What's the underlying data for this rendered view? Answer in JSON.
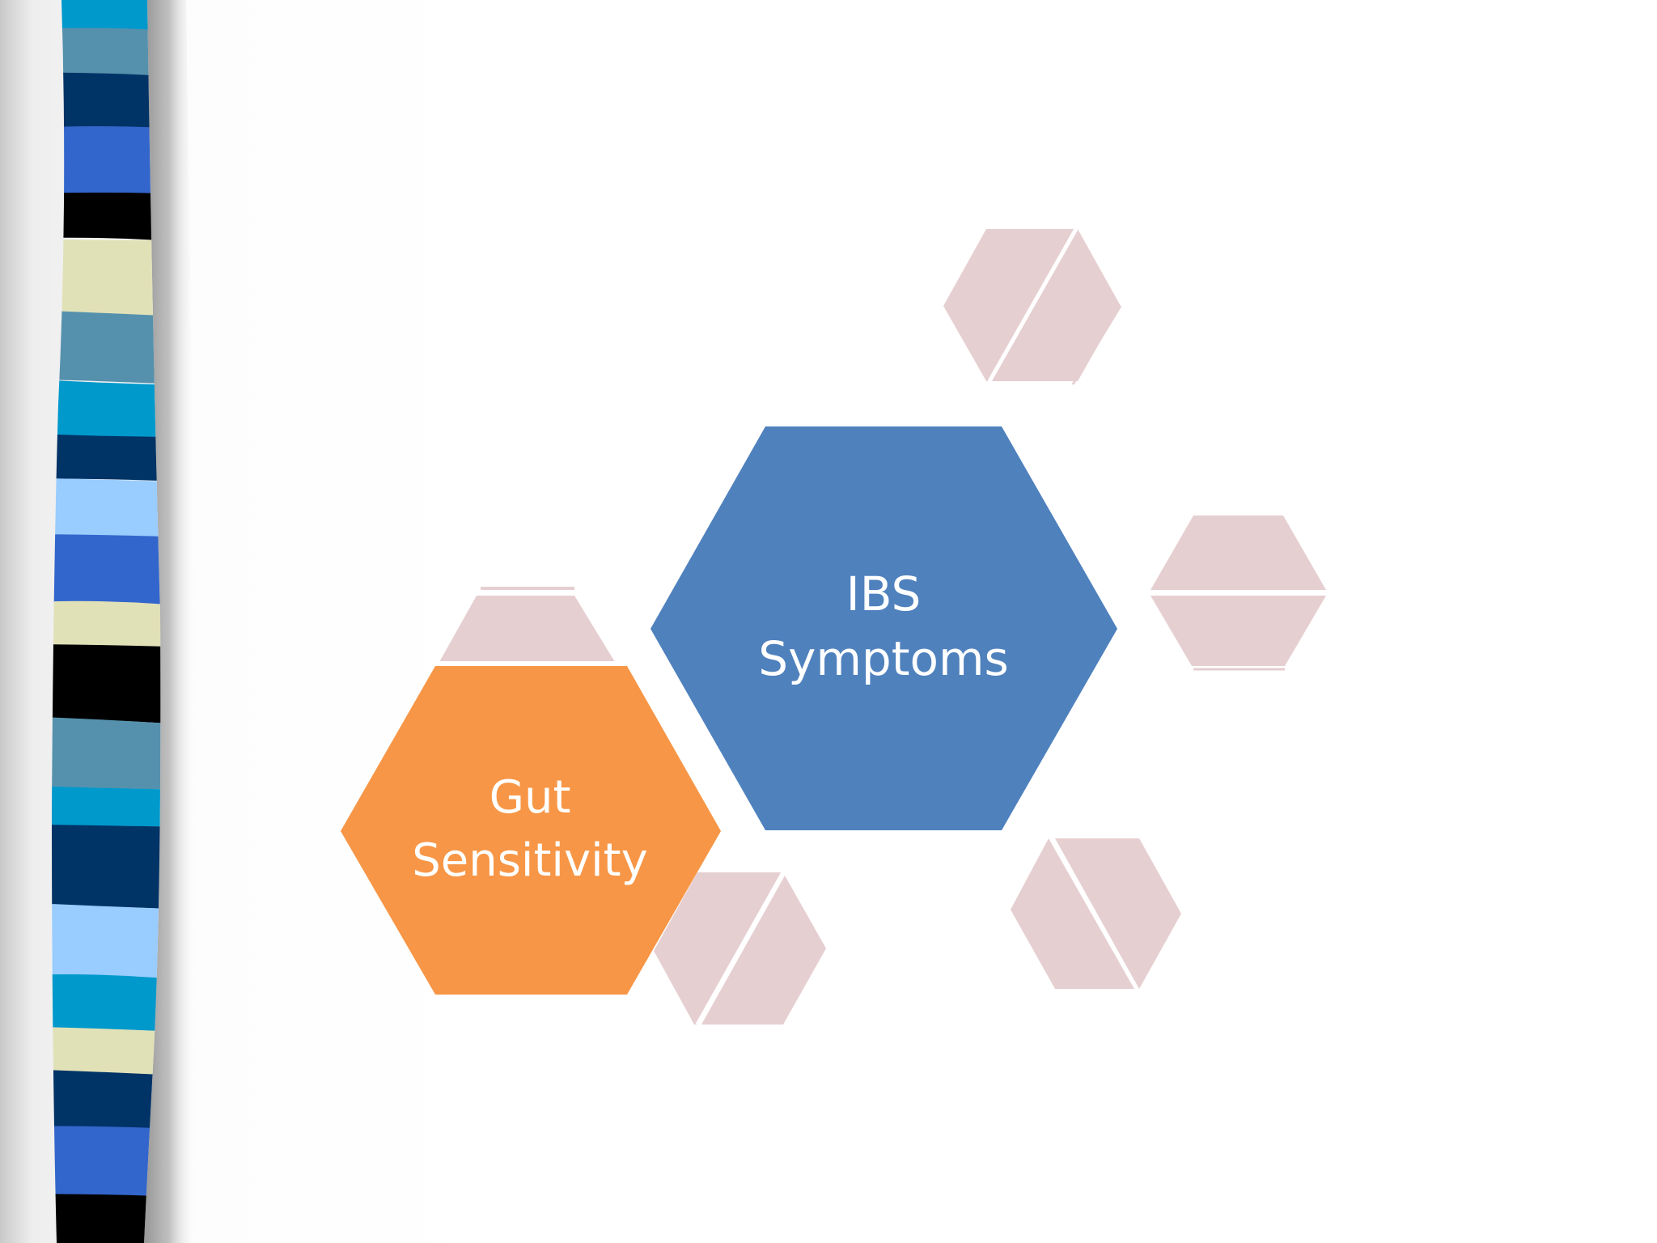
{
  "slide": {
    "nodes": [
      {
        "id": "ibs",
        "lines": [
          "IBS",
          "Symptoms"
        ],
        "color": "#4f81bd"
      },
      {
        "id": "gut",
        "lines": [
          "Gut",
          "Sensitivity"
        ],
        "color": "#f79646"
      }
    ],
    "decor_color": "#e6cfd1",
    "strip_colors": [
      "#0099cc",
      "#5591ad",
      "#003366",
      "#3366cc",
      "#000000",
      "#e1e1b8",
      "#99ccff"
    ]
  }
}
